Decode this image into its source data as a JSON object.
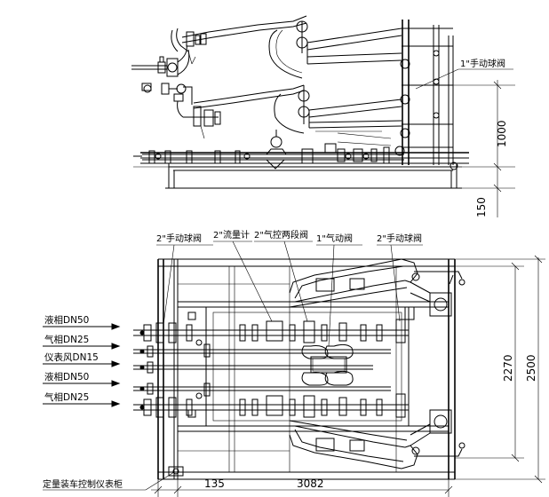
{
  "callouts": {
    "valve_1in_manual_top": "1\"手动球阀",
    "valve_2in_manual_left": "2\"手动球阀",
    "flowmeter_2in": "2\"流量计",
    "valve_2in_pneumatic_two_stage": "2\"气控两段阀",
    "valve_1in_pneumatic": "1\"气动阀",
    "valve_2in_manual_right": "2\"手动球阀",
    "control_cabinet": "定量装车控制仪表柜"
  },
  "inlets": [
    "液相DN50",
    "气相DN25",
    "仪表风DN15",
    "液相DN50",
    "气相DN25"
  ],
  "dimensions": {
    "height_1000": "1000",
    "base_150": "150",
    "width_2270": "2270",
    "width_2500": "2500",
    "offset_135": "135",
    "length_3082": "3082"
  },
  "colors": {
    "line": "#000000",
    "background": "#ffffff"
  }
}
